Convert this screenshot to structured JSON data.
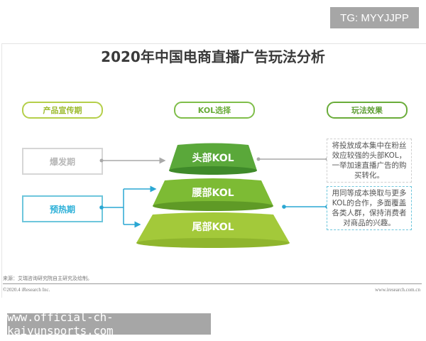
{
  "watermarks": {
    "top": "TG: MYYJJPP",
    "bottom": "www.official-ch-kaiyunsports.com"
  },
  "title": "2020年中国电商直播广告玩法分析",
  "headers": {
    "column_1": "产品宣传期",
    "column_2": "KOL选择",
    "column_3": "玩法效果"
  },
  "stages": {
    "burst": "爆发期",
    "warmup": "预热期"
  },
  "tiers": {
    "head": "头部KOL",
    "waist": "腰部KOL",
    "tail": "尾部KOL"
  },
  "notes": {
    "head_effect": "将投放成本集中在粉丝效应较强的头部KOL，一举加速直播广告的购买转化。",
    "broad_effect": "用同等成本换取与更多KOL的合作，多面覆盖各类人群，保持消费者对商品的兴趣。"
  },
  "footer": {
    "source": "来源：艾瑞咨询研究院自主研究及绘制。",
    "copyright": "©2020.4 iResearch Inc.",
    "site": "www.iresearch.com.cn"
  },
  "colors": {
    "head_green": "#5aa83a",
    "waist_green": "#7dbb34",
    "tail_green": "#a3c93a",
    "gray_connector": "#a9a9a9",
    "blue_connector": "#2aa7d3"
  }
}
